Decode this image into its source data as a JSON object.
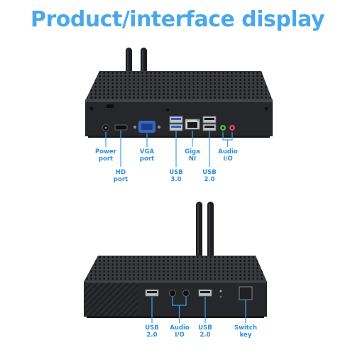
{
  "title": "Product/interface display",
  "colors": {
    "title": "#4aa8ea",
    "label": "#2f8fd8",
    "callout": "#3fa0ee",
    "chassis_top": "#3a3b3e",
    "chassis_front": "#26272a"
  },
  "top_device": {
    "labels": {
      "power_port": "Power\nport",
      "hd_port": "HD\nport",
      "vga_port": "VGA\nport",
      "usb30": "USB\n3.0",
      "giga_ni": "Giga\nNI",
      "usb20": "USB\n2.0",
      "audio_io": "Audio\nI/O"
    }
  },
  "bottom_device": {
    "labels": {
      "usb20_left": "USB\n2.0",
      "audio_io": "Audio\nI/O",
      "usb20_right": "USB\n2.0",
      "switch_key": "Switch\nkey"
    }
  }
}
